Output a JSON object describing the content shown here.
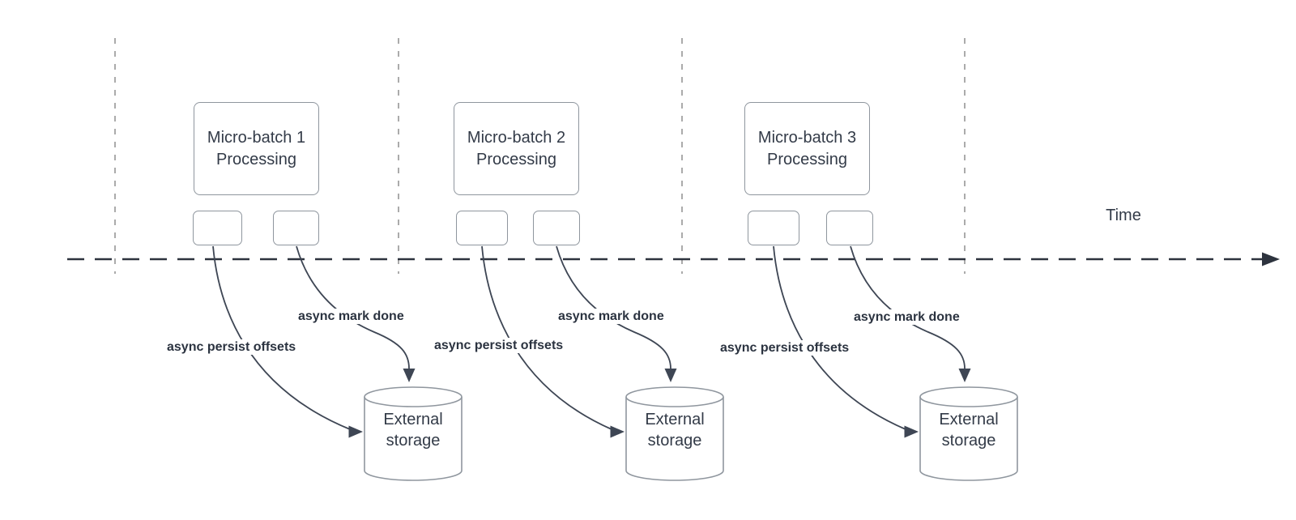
{
  "timeline": {
    "label": "Time"
  },
  "groups": [
    {
      "title": "Micro-batch 1\nProcessing",
      "persist_label": "async persist offsets",
      "done_label": "async mark done",
      "storage_label": "External\nstorage"
    },
    {
      "title": "Micro-batch 2\nProcessing",
      "persist_label": "async persist offsets",
      "done_label": "async mark done",
      "storage_label": "External\nstorage"
    },
    {
      "title": "Micro-batch 3\nProcessing",
      "persist_label": "async persist offsets",
      "done_label": "async mark done",
      "storage_label": "External\nstorage"
    }
  ],
  "colors": {
    "arrow": "#3e4654",
    "timeline": "#2d333e",
    "guide_line": "#ababab",
    "shape_border": "#8f969e",
    "text": "#333b48",
    "label_text": "#2b3340",
    "background": "#ffffff"
  }
}
